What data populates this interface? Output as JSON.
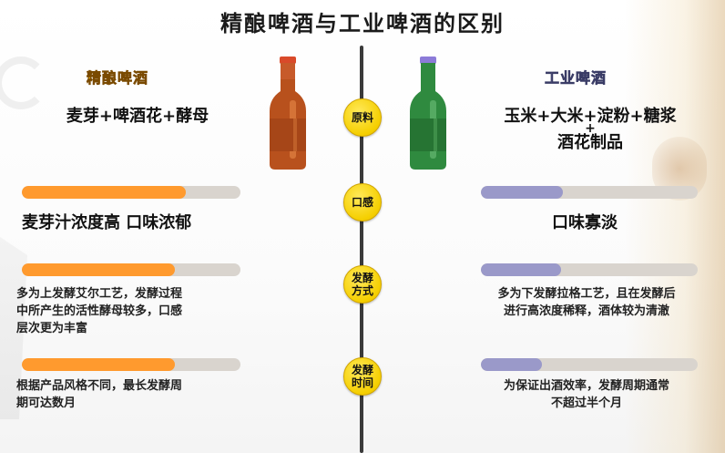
{
  "title": "精酿啤酒与工业啤酒的区别",
  "left": {
    "heading": "精酿啤酒",
    "ingredients": "麦芽+啤酒花+酵母",
    "taste": "麦芽汁浓度高 口味浓郁",
    "fermentation_method": [
      "多为上发酵艾尔工艺，发酵过程",
      "中所产生的活性酵母较多，口感",
      "层次更为丰富"
    ],
    "fermentation_time": [
      "根据产品风格不同，最长发酵周",
      "期可达数月"
    ]
  },
  "right": {
    "heading": "工业啤酒",
    "ingredients_line1": "玉米+大米+淀粉+糖浆",
    "ingredients_plus": "+",
    "ingredients_line2": "酒花制品",
    "taste": "口味寡淡",
    "fermentation_method": [
      "多为下发酵拉格工艺，且在发酵后",
      "进行高浓度稀释，酒体较为清澈"
    ],
    "fermentation_time": [
      "为保证出酒效率，发酵周期通常",
      "不超过半个月"
    ]
  },
  "categories": {
    "raw_material": "原料",
    "taste": "口感",
    "fermentation_method": [
      "发酵",
      "方式"
    ],
    "fermentation_time": [
      "发酵",
      "时间"
    ]
  },
  "bars": {
    "left_fill_percent": [
      75,
      75,
      70,
      70
    ],
    "right_fill_percent": [
      33,
      38,
      37,
      28
    ]
  },
  "colors": {
    "accent_orange": "#ff9a2e",
    "accent_purple": "#9a99c9",
    "badge_yellow": "#f5cf00",
    "craft_bottle": "#b8511d",
    "industrial_bottle": "#2f8a3f"
  },
  "icons": {
    "left_bottle": "brown-beer-bottle-icon",
    "right_bottle": "green-beer-bottle-icon"
  }
}
